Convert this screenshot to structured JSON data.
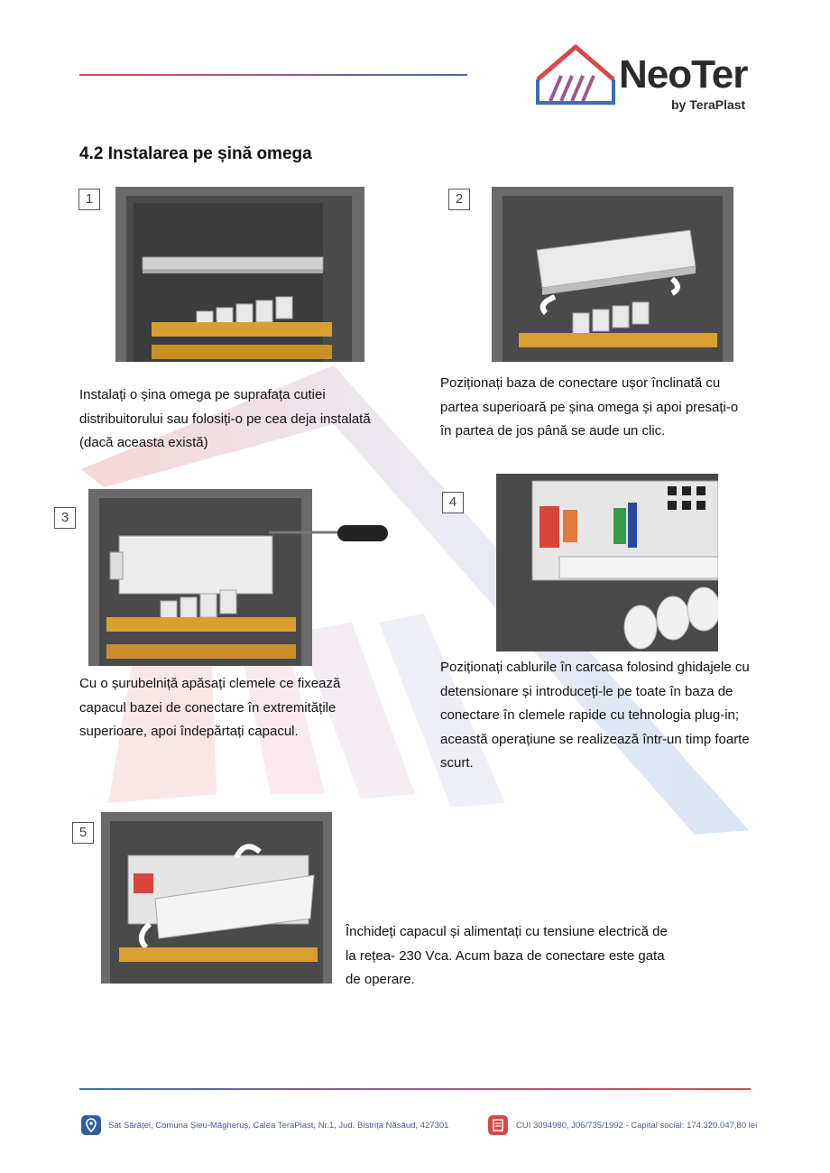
{
  "header": {
    "brand": "NeoTer",
    "brand_sub": "by TeraPlast"
  },
  "section_title": "4.2 Instalarea pe șină omega",
  "steps": [
    {
      "number": "1",
      "text": "Instalați o șina omega pe suprafața cutiei distribuitorului sau folosiți-o pe cea deja instalată (dacă aceasta există)"
    },
    {
      "number": "2",
      "text": "Poziționați baza de conectare ușor înclinată cu partea superioară pe șina omega și apoi presați-o în partea de jos până se aude un clic."
    },
    {
      "number": "3",
      "text": "Cu o șurubelniță apăsați clemele ce fixează capacul bazei de conectare în extremitățile superioare, apoi îndepărtați capacul."
    },
    {
      "number": "4",
      "text": "Poziționați cablurile în carcasa folosind ghidajele cu detensionare și introduceți-le pe toate în baza de conectare în clemele rapide cu tehnologia plug-in; această operațiune se realizează într-un timp foarte scurt."
    },
    {
      "number": "5",
      "text": "Închideți capacul și alimentați cu tensiune electrică de la rețea- 230 Vca. Acum baza de conectare este gata de operare."
    }
  ],
  "footer": {
    "address": "Sat Sărățel, Comuna Șieu-Măgheruș, Calea TeraPlast, Nr.1, Jud. Bistrița Năsăud, 427301",
    "company_info": "CUI 3094980, J06/735/1992 - Capital social: 174.320.047,80 lei",
    "address_icon": "location-pin-icon",
    "company_icon": "document-icon"
  },
  "colors": {
    "brand_red": "#d94848",
    "brand_blue": "#3b6fb0",
    "text_dark": "#111111",
    "footer_text": "#4a5e8e"
  }
}
